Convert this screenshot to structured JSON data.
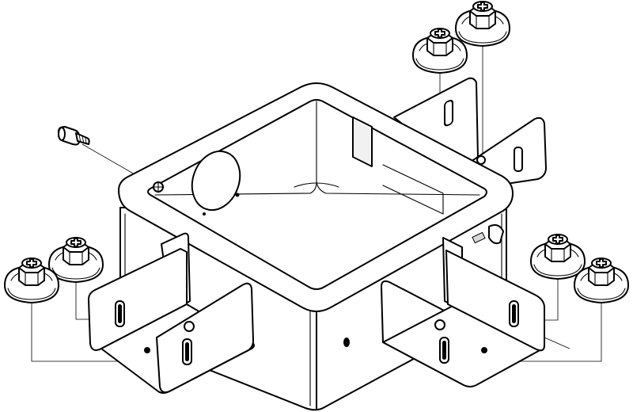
{
  "diagram": {
    "kind": "exploded-isometric-line-drawing",
    "colors": {
      "line": "#000000",
      "background": "#ffffff",
      "shade": "#d9d9d9"
    },
    "parts": [
      {
        "id": "junction-box",
        "icon": "square-outlet-box-icon"
      },
      {
        "id": "ground-screw",
        "icon": "pan-head-screw-icon"
      },
      {
        "id": "bracket-left",
        "icon": "mounting-bracket-icon"
      },
      {
        "id": "bracket-right",
        "icon": "mounting-bracket-icon"
      },
      {
        "id": "bracket-back",
        "icon": "mounting-bracket-icon"
      },
      {
        "id": "washer-screw",
        "icon": "washer-head-screw-icon",
        "count": 6
      }
    ]
  }
}
